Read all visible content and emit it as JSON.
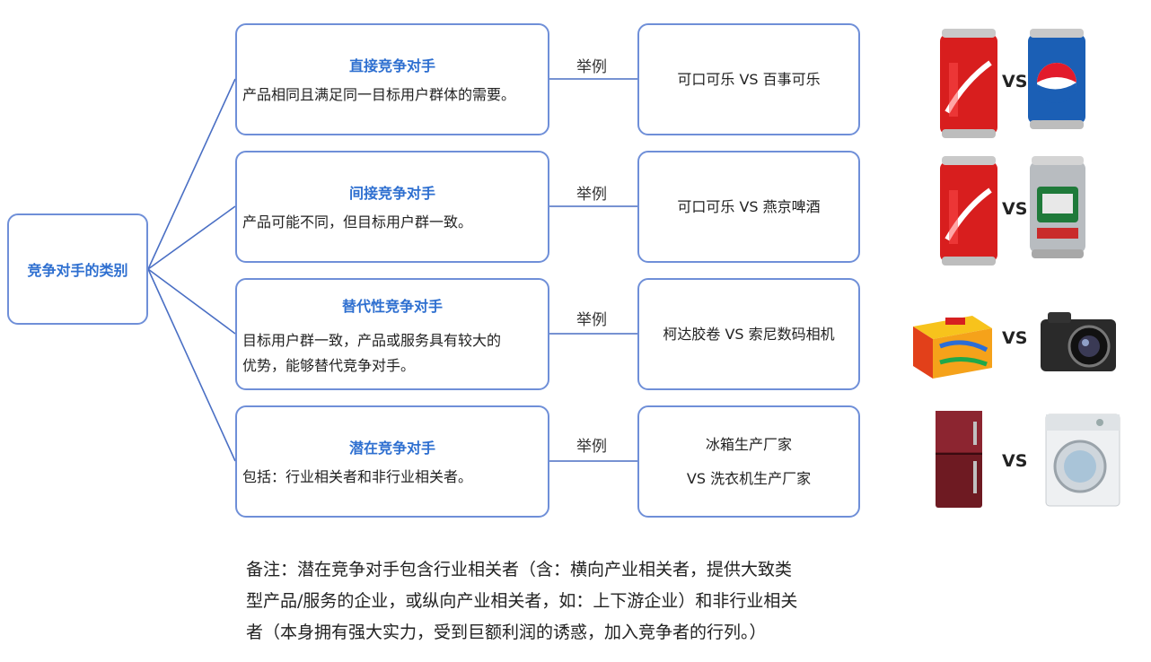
{
  "root": {
    "label": "竞争对手的类别"
  },
  "example_label": "举例",
  "vs_label": "VS",
  "categories": [
    {
      "title": "直接竞争对手",
      "desc": [
        "产品相同且满足同一目标用户群体的需要。"
      ],
      "example": [
        "可口可乐 VS 百事可乐"
      ],
      "images": [
        "coca-cola-can",
        "pepsi-can"
      ]
    },
    {
      "title": "间接竞争对手",
      "desc": [
        "产品可能不同，但目标用户群一致。"
      ],
      "example": [
        "可口可乐 VS 燕京啤酒"
      ],
      "images": [
        "coca-cola-can",
        "yanjing-beer-can"
      ]
    },
    {
      "title": "替代性竞争对手",
      "desc": [
        "目标用户群一致，产品或服务具有较大的",
        "优势，能够替代竞争对手。"
      ],
      "example": [
        "柯达胶卷 VS 索尼数码相机"
      ],
      "images": [
        "kodak-film-box",
        "digital-camera"
      ]
    },
    {
      "title": "潜在竞争对手",
      "desc": [
        "包括：行业相关者和非行业相关者。"
      ],
      "example": [
        "冰箱生产厂家",
        "VS 洗衣机生产厂家"
      ],
      "images": [
        "refrigerator",
        "washing-machine"
      ]
    }
  ],
  "note": [
    "备注：潜在竞争对手包含行业相关者（含：横向产业相关者，提供大致类",
    "型产品/服务的企业，或纵向产业相关者，如：上下游企业）和非行业相关",
    "者（本身拥有强大实力，受到巨额利润的诱惑，加入竞争者的行列。）"
  ],
  "colors": {
    "border": "#6f8fd8",
    "title": "#2e6fd0",
    "line": "#4a6fc4"
  }
}
